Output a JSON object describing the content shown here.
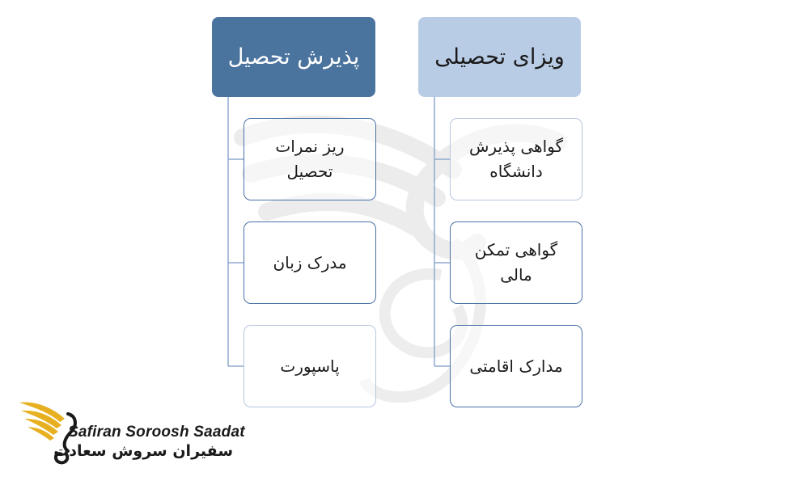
{
  "columns": {
    "admission": {
      "title": "پذیرش تحصیل",
      "items": [
        {
          "label": "ریز نمرات تحصیل",
          "highlight": true
        },
        {
          "label": "مدرک زبان",
          "highlight": true
        },
        {
          "label": "پاسپورت",
          "highlight": false
        }
      ]
    },
    "visa": {
      "title": "ویزای تحصیلی",
      "items": [
        {
          "label": "گواهی پذیرش دانشگاه",
          "highlight": false
        },
        {
          "label": "گواهی تمکن مالی",
          "highlight": true
        },
        {
          "label": "مدارک اقامتی",
          "highlight": true
        }
      ]
    }
  },
  "logo": {
    "name_en": "Safiran Soroosh Saadat",
    "name_fa": "سفیران سروش سعادت",
    "icon": "golden-wing-icon"
  },
  "colors": {
    "header_admission": "#4a739e",
    "header_visa": "#b9cce5",
    "border": "#4b72a6",
    "border_faint": "#b7c7de",
    "connector": "#8fa9cf",
    "logo_gold": "#e7b020"
  }
}
